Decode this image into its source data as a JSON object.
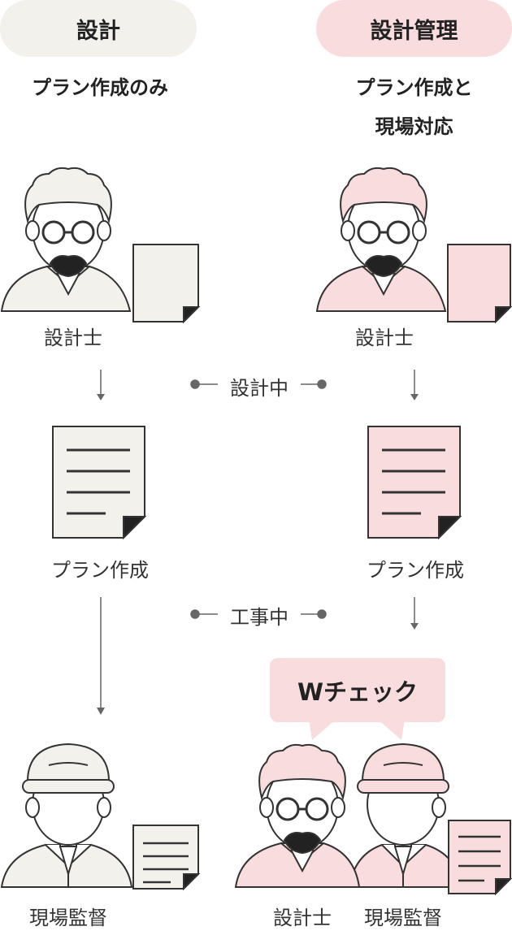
{
  "colors": {
    "left_fill": "#f3f1ec",
    "right_fill": "#f9dcdd",
    "line": "#333333",
    "arrow": "#666666"
  },
  "columns": {
    "left": {
      "pill_label": "設計",
      "heading": [
        "プラン作成のみ"
      ],
      "person_label": "設計士",
      "document_label": "プラン作成",
      "supervisor_label": "現場監督"
    },
    "right": {
      "pill_label": "設計管理",
      "heading": [
        "プラン作成と",
        "現場対応"
      ],
      "person_label": "設計士",
      "document_label": "プラン作成",
      "bubble_label": "Wチェック",
      "bottom_labels": [
        "設計士",
        "現場監督"
      ]
    }
  },
  "phases": {
    "design": "設計中",
    "construction": "工事中"
  }
}
